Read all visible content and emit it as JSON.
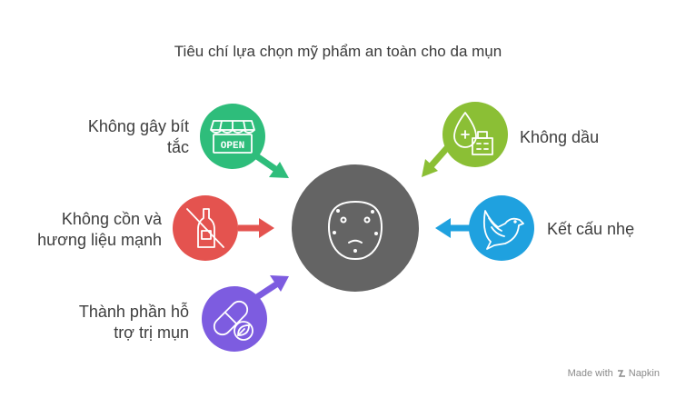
{
  "title": "Tiêu chí lựa chọn mỹ phẩm an toàn cho da mụn",
  "center": {
    "icon": "face-mask-icon",
    "color": "#646464"
  },
  "items": [
    {
      "label_lines": [
        "Không gây bít",
        "tắc"
      ],
      "icon": "open-sign-icon",
      "color": "#2ebd7b"
    },
    {
      "label_lines": [
        "Không cồn và",
        "hương liệu mạnh"
      ],
      "icon": "no-alcohol-bottle-icon",
      "color": "#e4534f"
    },
    {
      "label_lines": [
        "Thành phần hỗ",
        "trợ trị mụn"
      ],
      "icon": "pill-leaf-icon",
      "color": "#7d5ce0"
    },
    {
      "label_lines": [
        "Không dầu"
      ],
      "icon": "oil-drop-medical-icon",
      "color": "#8bbf35"
    },
    {
      "label_lines": [
        "Kết cấu nhẹ"
      ],
      "icon": "bird-icon",
      "color": "#1fa1df"
    }
  ],
  "watermark": {
    "prefix": "Made with",
    "brand": "Napkin"
  }
}
